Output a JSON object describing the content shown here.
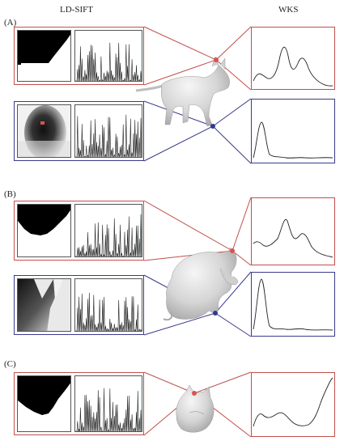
{
  "headers": {
    "left": "LD-SIFT",
    "right": "WKS"
  },
  "panels": [
    {
      "label": "(A)"
    },
    {
      "label": "(B)"
    },
    {
      "label": "(C)"
    }
  ],
  "colors": {
    "red": "#c0504d",
    "blue": "#3a3a8c",
    "marker_red": "#d9534f",
    "marker_blue": "#2e3a8c",
    "mesh": "#d7d7d7"
  }
}
